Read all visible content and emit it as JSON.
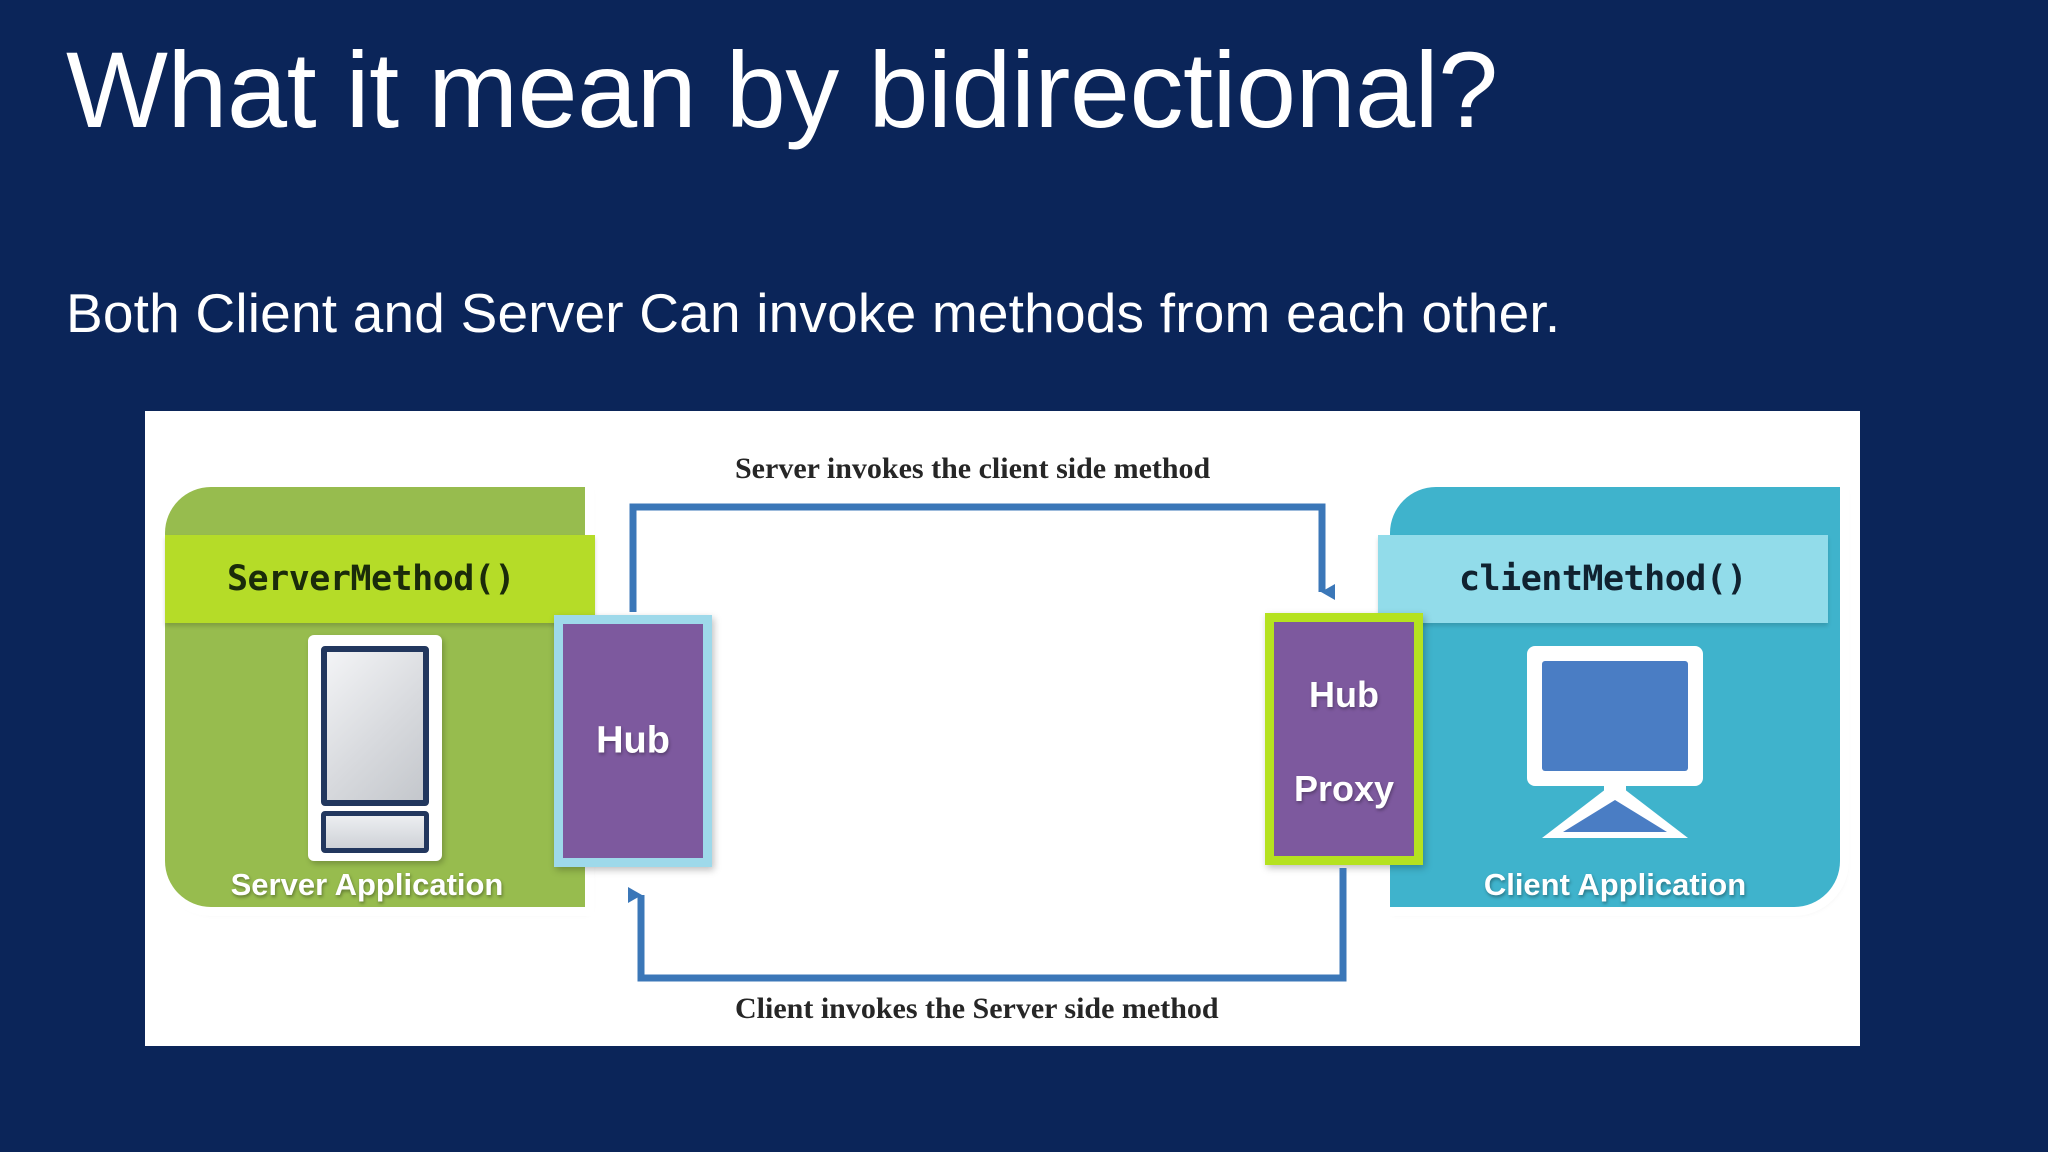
{
  "slide": {
    "title": "What it mean by bidirectional?",
    "subtitle": "Both Client and Server Can invoke methods from each other.",
    "background_color": "#0b2559",
    "text_color": "#ffffff"
  },
  "diagram": {
    "canvas_color": "#ffffff",
    "server": {
      "method_label": "ServerMethod()",
      "app_label": "Server Application",
      "box_color": "#97bc4e",
      "method_bar_color": "#b5dc28",
      "icon": "server-tower-icon"
    },
    "client": {
      "method_label": "clientMethod()",
      "app_label": "Client Application",
      "box_color": "#3fb3cc",
      "method_bar_color": "#92dcea",
      "icon": "desktop-monitor-icon"
    },
    "hub_left": {
      "label": "Hub",
      "fill_color": "#7d599e",
      "border_color": "#9ed9ea"
    },
    "hub_right": {
      "label_line_1": "Hub",
      "label_line_2": "Proxy",
      "fill_color": "#7d599e",
      "border_color": "#b5e220"
    },
    "arrows": {
      "top_label": "Server invokes the client side method",
      "bottom_label": "Client invokes the Server side method",
      "color": "#3b77b8"
    }
  }
}
